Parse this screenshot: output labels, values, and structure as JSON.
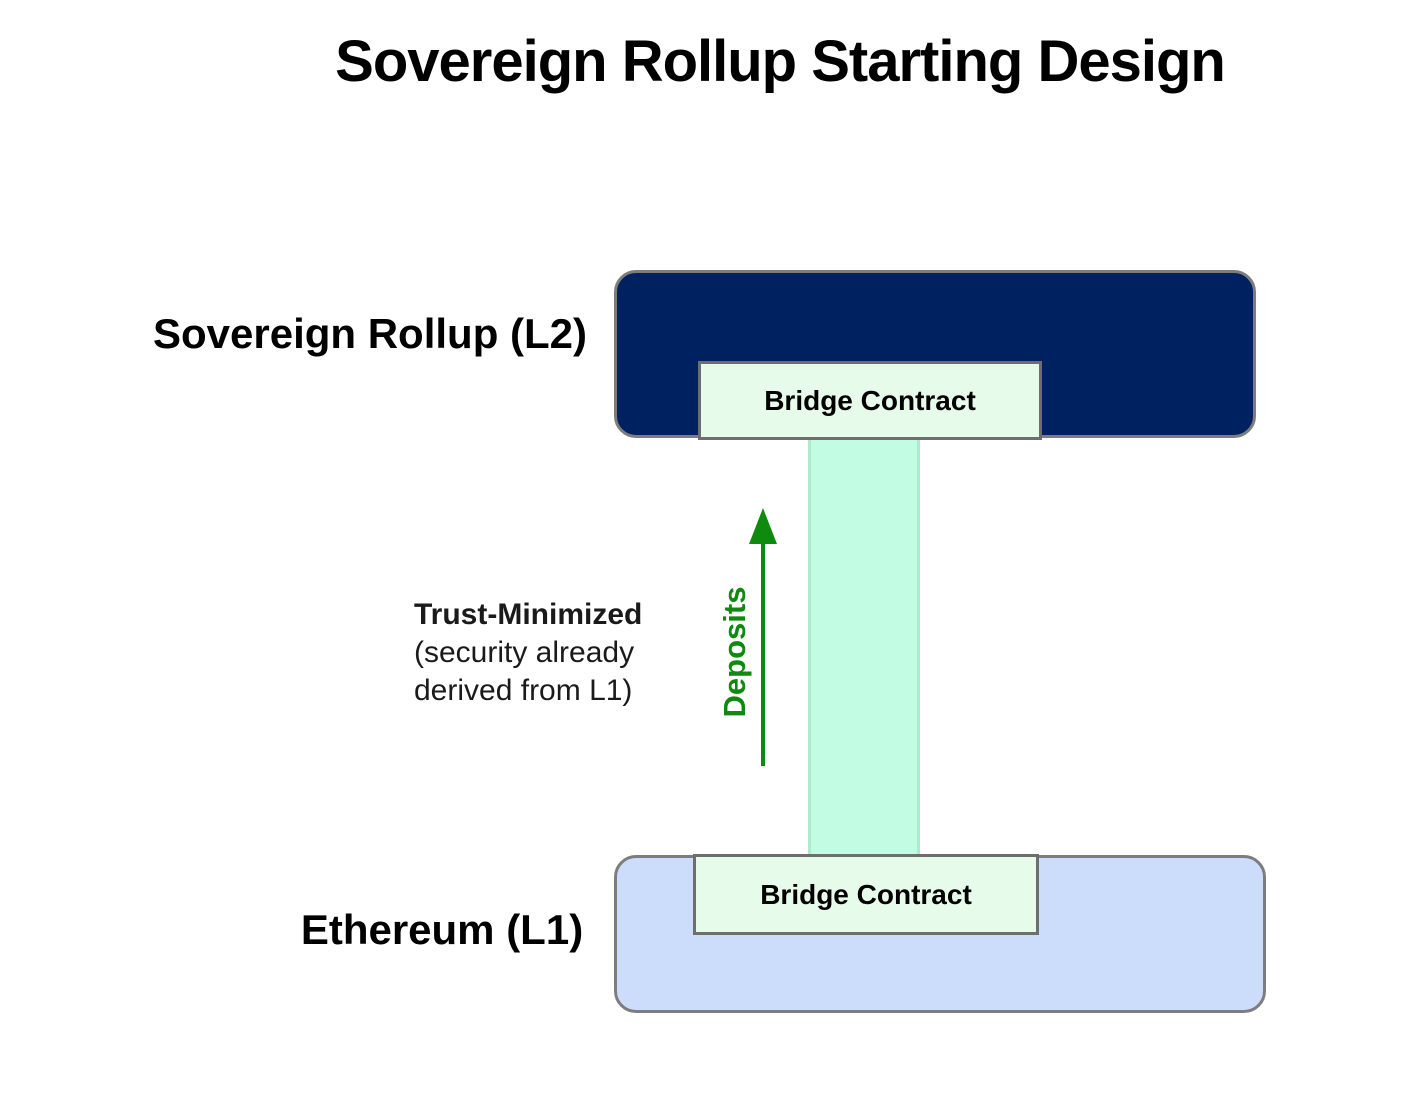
{
  "title": "Sovereign Rollup Starting Design",
  "layers": {
    "l2": {
      "label": "Sovereign Rollup (L2)",
      "bridge_label": "Bridge Contract",
      "fill": "#00215f"
    },
    "l1": {
      "label": "Ethereum (L1)",
      "bridge_label": "Bridge Contract",
      "fill": "#ccddfb"
    }
  },
  "connector": {
    "fill": "#c2fce2",
    "deposits_label": "Deposits",
    "arrow_color": "#0e8a0e"
  },
  "annotation": {
    "heading": "Trust-Minimized",
    "line2": "(security already",
    "line3": "derived from L1)"
  }
}
